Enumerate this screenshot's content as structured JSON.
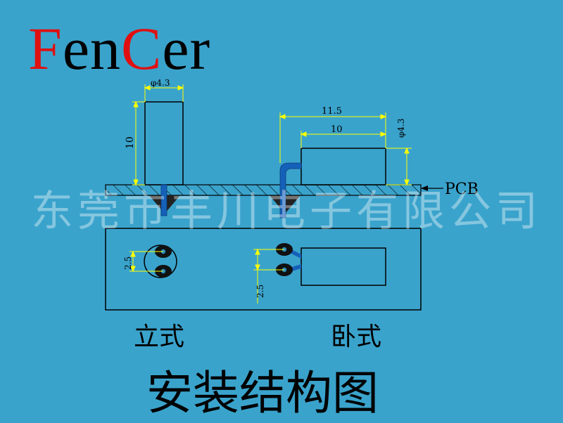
{
  "logo": {
    "part1": "F",
    "part2": "en",
    "part3": "C",
    "part4": "er"
  },
  "watermark": "东莞市丰川电子有限公司",
  "pcb_label": "PCB",
  "dims": {
    "vert_diameter": "φ4.3",
    "vert_length": "10",
    "horiz_total": "11.5",
    "horiz_body": "10",
    "horiz_diameter": "φ4.3",
    "pitch_vertical": "2.5",
    "pitch_horizontal": "2.5"
  },
  "captions": {
    "vertical": "立式",
    "horizontal": "卧式"
  },
  "title": "安装结构图",
  "colors": {
    "background": "#3aa3cc",
    "dimension": "#ffff00",
    "lead": "#1560b8",
    "logo_accent": "#e01010"
  }
}
